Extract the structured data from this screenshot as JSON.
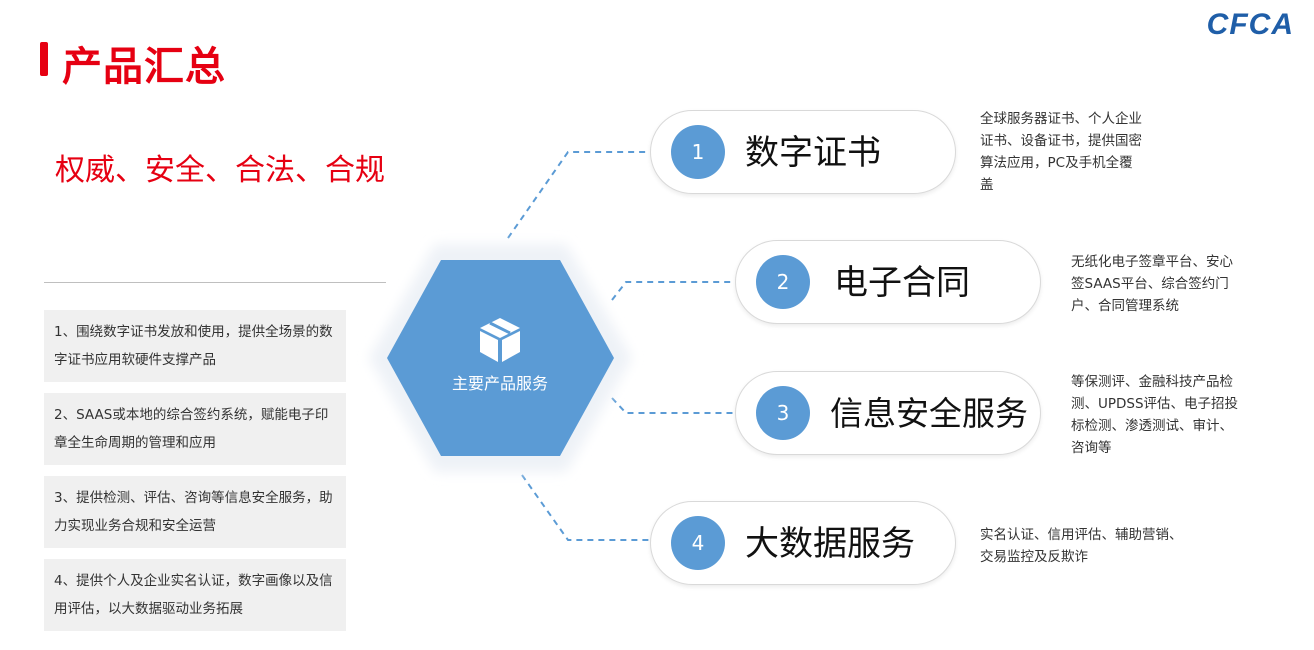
{
  "header": {
    "title": "产品汇总",
    "logo_text": "CFCA"
  },
  "slogan": "权威、安全、合法、合规",
  "notes": [
    "1、围绕数字证书发放和使用，提供全场景的数字证书应用软硬件支撑产品",
    "2、SAAS或本地的综合签约系统，赋能电子印章全生命周期的管理和应用",
    "3、提供检测、评估、咨询等信息安全服务，助力实现业务合规和安全运营",
    "4、提供个人及企业实名认证，数字画像以及信用评估，以大数据驱动业务拓展"
  ],
  "hub": {
    "label": "主要产品服务",
    "icon": "box-icon"
  },
  "services": [
    {
      "num": "1",
      "label": "数字证书",
      "desc": [
        "全球服务器证书、个人企业",
        "证书、设备证书，提供国密",
        "算法应用，PC及手机全覆",
        "盖"
      ]
    },
    {
      "num": "2",
      "label": "电子合同",
      "desc": [
        "无纸化电子签章平台、安心",
        "签SAAS平台、综合签约门",
        "户、合同管理系统"
      ]
    },
    {
      "num": "3",
      "label": "信息安全服务",
      "desc": [
        "等保测评、金融科技产品检",
        "测、UPDSS评估、电子招投",
        "标检测、渗透测试、审计、",
        "咨询等"
      ]
    },
    {
      "num": "4",
      "label": "大数据服务",
      "desc": [
        "实名认证、信用评估、辅助营销、",
        "交易监控及反欺诈"
      ]
    }
  ],
  "colors": {
    "accent_red": "#e60012",
    "hub_blue": "#5b9bd5",
    "logo_blue": "#1f5ea8",
    "note_bg": "#f0f0f0"
  }
}
